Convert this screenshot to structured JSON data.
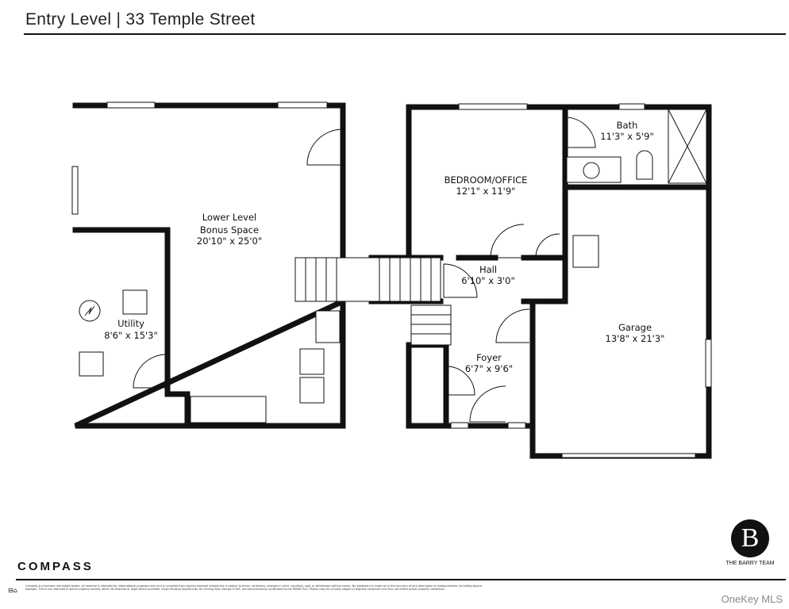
{
  "header": {
    "title": "Entry Level | 33 Temple Street"
  },
  "rooms": [
    {
      "name": "Lower Level",
      "name2": "Bonus Space",
      "size": "20'10\" x 25'0\""
    },
    {
      "name": "Utility",
      "size": "8'6\" x 15'3\""
    },
    {
      "name": "BEDROOM/OFFICE",
      "size": "12'1\" x 11'9\""
    },
    {
      "name": "Bath",
      "size": "11'3\" x 5'9\""
    },
    {
      "name": "Hall",
      "size": "6'10\" x 3'0\""
    },
    {
      "name": "Foyer",
      "size": "6'7\" x 9'6\""
    },
    {
      "name": "Garage",
      "size": "13'8\" x 21'3\""
    }
  ],
  "footer": {
    "brokerage": "COMPASS",
    "team_logo_letter": "B",
    "team": "THE BARRY TEAM",
    "equal_housing": "⊟⌂",
    "disclaimer": "Compass is a licensed real estate broker. All material is intended for informational purposes only and is compiled from sources deemed reliable but is subject to errors, omissions, changes in price, condition, sale, or withdrawal without notice. No statement is made as to the accuracy of any description or measurements (including square footage). This is not intended to solicit property already listed. No financial or legal advice provided. Equal Housing Opportunity. All Coming Soon listings in NYC are simultaneously syndicated to the REBNY RLS. Photos may be virtually staged or digitally enhanced and may not reflect actual property conditions.",
    "watermark": "OneKey MLS"
  }
}
